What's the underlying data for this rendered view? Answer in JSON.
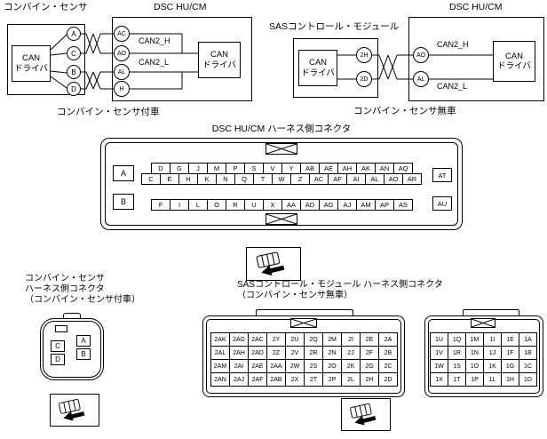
{
  "tl": {
    "sensor_title": "コンバイン・センサ",
    "dsc_title": "DSC HU/CM",
    "sensor_can_driver": "CAN\nドライバ",
    "dsc_can_driver": "CAN\nドライバ",
    "pins_sensor": {
      "a": "A",
      "c": "C",
      "b": "B",
      "d": "D"
    },
    "pins_dsc": {
      "ac": "AC",
      "ao": "AO",
      "al": "AL",
      "h": "H"
    },
    "net_h": "CAN2_H",
    "net_l": "CAN2_L",
    "caption": "コンバイン・センサ付車"
  },
  "tr": {
    "sas_title": "SASコントロール・モジュール",
    "dsc_title": "DSC HU/CM",
    "sas_can_driver": "CAN\nドライバ",
    "dsc_can_driver": "CAN\nドライバ",
    "pins_sas": {
      "h2": "2H",
      "d2": "2D"
    },
    "pins_dsc": {
      "ao": "AO",
      "al": "AL"
    },
    "net_h": "CAN2_H",
    "net_l": "CAN2_L",
    "caption": "コンバイン・センサ無車"
  },
  "dsc_conn": {
    "title": "DSC HU/CM ハーネス側コネクタ",
    "pin_a": "A",
    "pin_b": "B",
    "pin_at": "AT",
    "pin_au": "AU",
    "row1": [
      "D",
      "G",
      "J",
      "M",
      "P",
      "S",
      "V",
      "Y",
      "AB",
      "AE",
      "AH",
      "AK",
      "AN",
      "AQ"
    ],
    "row2": [
      "C",
      "E",
      "H",
      "K",
      "N",
      "Q",
      "T",
      "W",
      "Z",
      "AC",
      "AF",
      "AI",
      "AL",
      "AO",
      "AR"
    ],
    "row3": [
      "F",
      "I",
      "L",
      "O",
      "R",
      "U",
      "X",
      "AA",
      "AD",
      "AG",
      "AJ",
      "AM",
      "AP",
      "AS"
    ]
  },
  "sensor_conn": {
    "title_line1": "コンバイン・センサ",
    "title_line2": "ハーネス側コネクタ",
    "title_line3": "（コンバイン・センサ付車）",
    "pin_a": "A",
    "pin_b": "B",
    "pin_c": "C",
    "pin_d": "D"
  },
  "sas_conn": {
    "title_line1": "SASコントロール・モジュール ハーネス側コネクタ",
    "title_line2": "（コンバイン・センサ無車）",
    "big_rows": {
      "r1": [
        "2AK",
        "2AG",
        "2AC",
        "2Y",
        "2U",
        "2Q",
        "2M",
        "2I",
        "2E",
        "2A"
      ],
      "r2": [
        "2AL",
        "2AH",
        "2AD",
        "2Z",
        "2V",
        "2R",
        "2N",
        "2J",
        "2F",
        "2B"
      ],
      "r3": [
        "2AM",
        "2AI",
        "2AE",
        "2AA",
        "2W",
        "2S",
        "2O",
        "2K",
        "2G",
        "2C"
      ],
      "r4": [
        "2AN",
        "2AJ",
        "2AF",
        "2AB",
        "2X",
        "2T",
        "2P",
        "2L",
        "2H",
        "2D"
      ]
    },
    "small_rows": {
      "r1": [
        "1U",
        "1Q",
        "1M",
        "1I",
        "1E",
        "1A"
      ],
      "r2": [
        "1V",
        "1R",
        "1N",
        "1J",
        "1F",
        "1B"
      ],
      "r3": [
        "1W",
        "1S",
        "1O",
        "1K",
        "1G",
        "1C"
      ],
      "r4": [
        "1X",
        "1T",
        "1P",
        "1L",
        "1H",
        "1D"
      ]
    }
  },
  "icons": {
    "lock": "connector-lock",
    "view": "connector-with-arrow"
  },
  "colors": {
    "line": "#000000",
    "bg": "#ffffff"
  }
}
